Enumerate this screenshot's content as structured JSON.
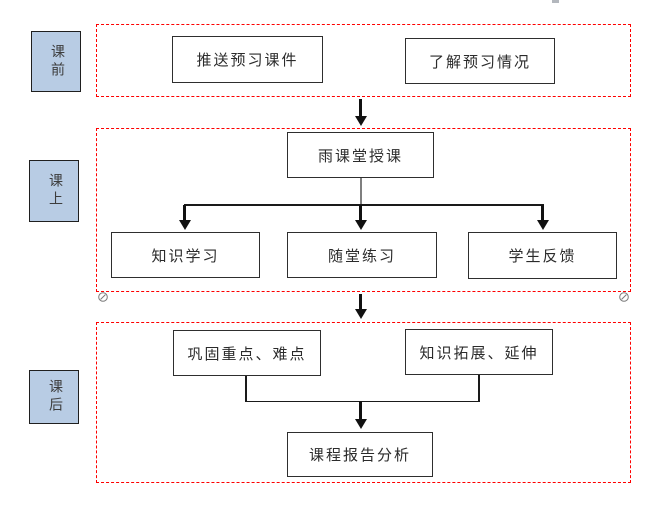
{
  "diagram_type": "flowchart",
  "phases": {
    "pre": "课前",
    "during": "课上",
    "post": "课后"
  },
  "nodes": {
    "push_courseware": "推送预习课件",
    "check_preview": "了解预习情况",
    "rain_classroom": "雨课堂授课",
    "knowledge_learning": "知识学习",
    "in_class_practice": "随堂练习",
    "student_feedback": "学生反馈",
    "consolidate": "巩固重点、难点",
    "expand": "知识拓展、延伸",
    "report_analysis": "课程报告分析"
  },
  "edges": [
    {
      "from": "pre_class_section",
      "to": "rain_classroom",
      "type": "arrow"
    },
    {
      "from": "rain_classroom",
      "to": "knowledge_learning",
      "type": "arrow"
    },
    {
      "from": "rain_classroom",
      "to": "in_class_practice",
      "type": "arrow"
    },
    {
      "from": "rain_classroom",
      "to": "student_feedback",
      "type": "arrow"
    },
    {
      "from": "in_class_section",
      "to": "post_class_section",
      "type": "arrow"
    },
    {
      "from": "consolidate",
      "to": "report_analysis",
      "type": "elbow-arrow"
    },
    {
      "from": "expand",
      "to": "report_analysis",
      "type": "elbow-arrow"
    }
  ],
  "colors": {
    "section_border_red": "#fe0000",
    "phase_fill_blue": "#b8cce4",
    "phase_border": "#1f1f1f",
    "node_fill": "#ffffff",
    "node_border": "#2e2e2e",
    "connector_black": "#111111",
    "stem_gray": "#7f7f7f",
    "text": "#2b2b2b"
  }
}
